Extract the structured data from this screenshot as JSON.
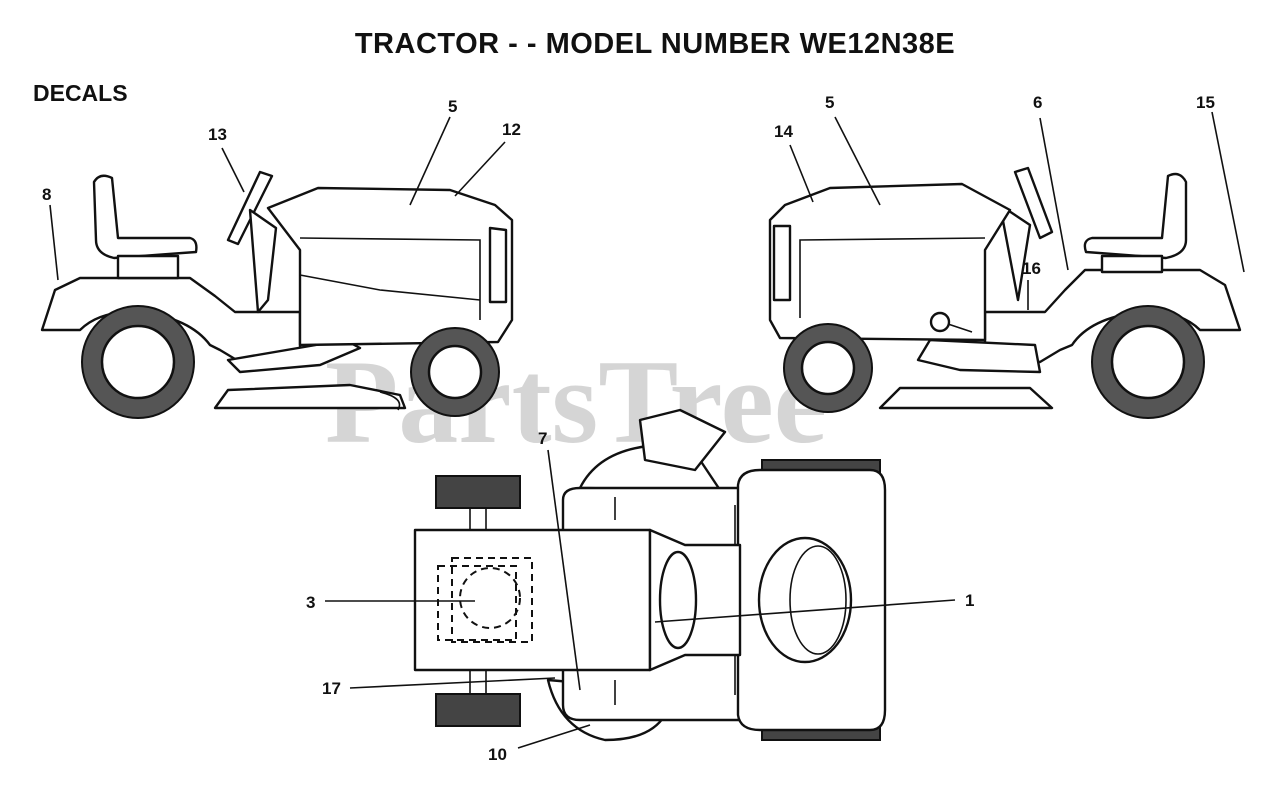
{
  "header": {
    "title": "TRACTOR - - MODEL NUMBER WE12N38E",
    "section": "DECALS"
  },
  "watermark": "PartsTree",
  "callouts": {
    "c1": "1",
    "c3": "3",
    "c5a": "5",
    "c5b": "5",
    "c6": "6",
    "c7": "7",
    "c8": "8",
    "c10": "10",
    "c12": "12",
    "c13": "13",
    "c14": "14",
    "c15": "15",
    "c16": "16",
    "c17": "17"
  }
}
